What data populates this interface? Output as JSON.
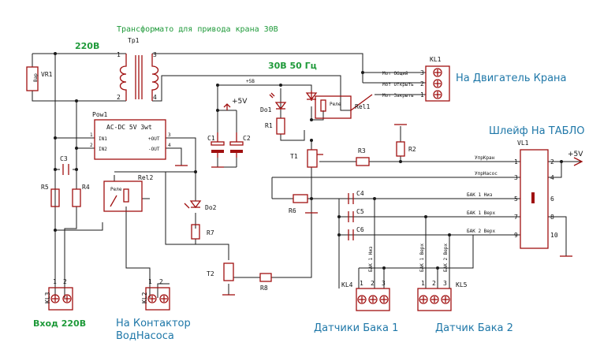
{
  "titles": {
    "transformer_title": "Трансформато для привода крана 30В",
    "mains_voltage": "220В",
    "secondary_voltage": "30В  50 Гц",
    "to_valve_motor": "На Двигатель Крана",
    "to_display_loop": "Шлейф На ТАБЛО",
    "input_220": "Вход 220В",
    "contactor_line1": "На  Контактор",
    "contactor_line2": "ВодНасоса",
    "tank_sensors_1": "Датчики Бака 1",
    "tank_sensors_2": "Датчик Бака 2"
  },
  "components": {
    "varistor_body": "Вар",
    "varistor": "VR1",
    "transformer": "Тр1",
    "power_module": "Pow1",
    "power_module_text": "AC-DC 5V 3wt",
    "pin_in1": "IN1",
    "pin_in2": "IN2",
    "pin_out_p": "+OUT",
    "pin_out_n": "-OUT",
    "c1": "C1",
    "c2": "C2",
    "c3": "C3",
    "c4": "C4",
    "c5": "C5",
    "c6": "C6",
    "r1": "R1",
    "r2": "R2",
    "r3": "R3",
    "r4": "R4",
    "r5": "R5",
    "r6": "R6",
    "r7": "R7",
    "r8": "R8",
    "do1": "Do1",
    "do2": "Do2",
    "t1": "T1",
    "t2": "T2",
    "rel1": "Rel1",
    "rel2": "Rel2",
    "relay_body": "Реле",
    "kl1": "KL1",
    "kl2": "KL2",
    "kl3": "KL3",
    "kl4": "KL4",
    "kl5": "KL5",
    "vl1": "VL1",
    "plus5v": "+5V",
    "plus5v_rail": "+5В"
  },
  "kl1_terminals": [
    {
      "label": "Мот Общий",
      "pin": "3"
    },
    {
      "label": "Мот Открыть",
      "pin": "2"
    },
    {
      "label": "Мот Закрыть",
      "pin": "1"
    }
  ],
  "vl1_signals": [
    {
      "label": "УпрКран",
      "pin": "1"
    },
    {
      "label": "УпрНасос",
      "pin": "3"
    },
    {
      "label": "БАК 1 Низ",
      "pin": "5"
    },
    {
      "label": "БАК 1 Верх",
      "pin": "7"
    },
    {
      "label": "БАК 2 Верх",
      "pin": "9"
    }
  ],
  "vl1_right_pins": [
    "2",
    "4",
    "6",
    "8",
    "10"
  ],
  "sensor_labels": [
    "БАК 1 Низ",
    "БАК 1 Верх",
    "БАК 2 Верх"
  ],
  "pin_numbers": {
    "one": "1",
    "two": "2",
    "three": "3",
    "four": "4"
  },
  "colors": {
    "wire": "#1a1a1a",
    "part": "#a01010",
    "green": "#1f9a3a",
    "blue": "#1e77a8"
  }
}
